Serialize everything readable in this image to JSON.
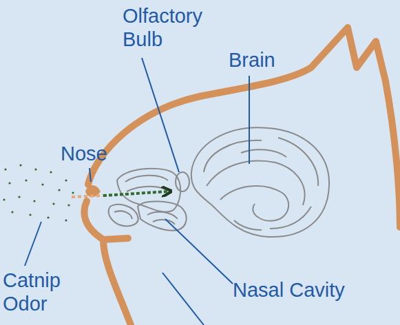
{
  "diagram": {
    "labels": [
      "Olfactory Bulb",
      "Brain",
      "Nose",
      "Catnip Odor",
      "Nasal Cavity"
    ]
  }
}
